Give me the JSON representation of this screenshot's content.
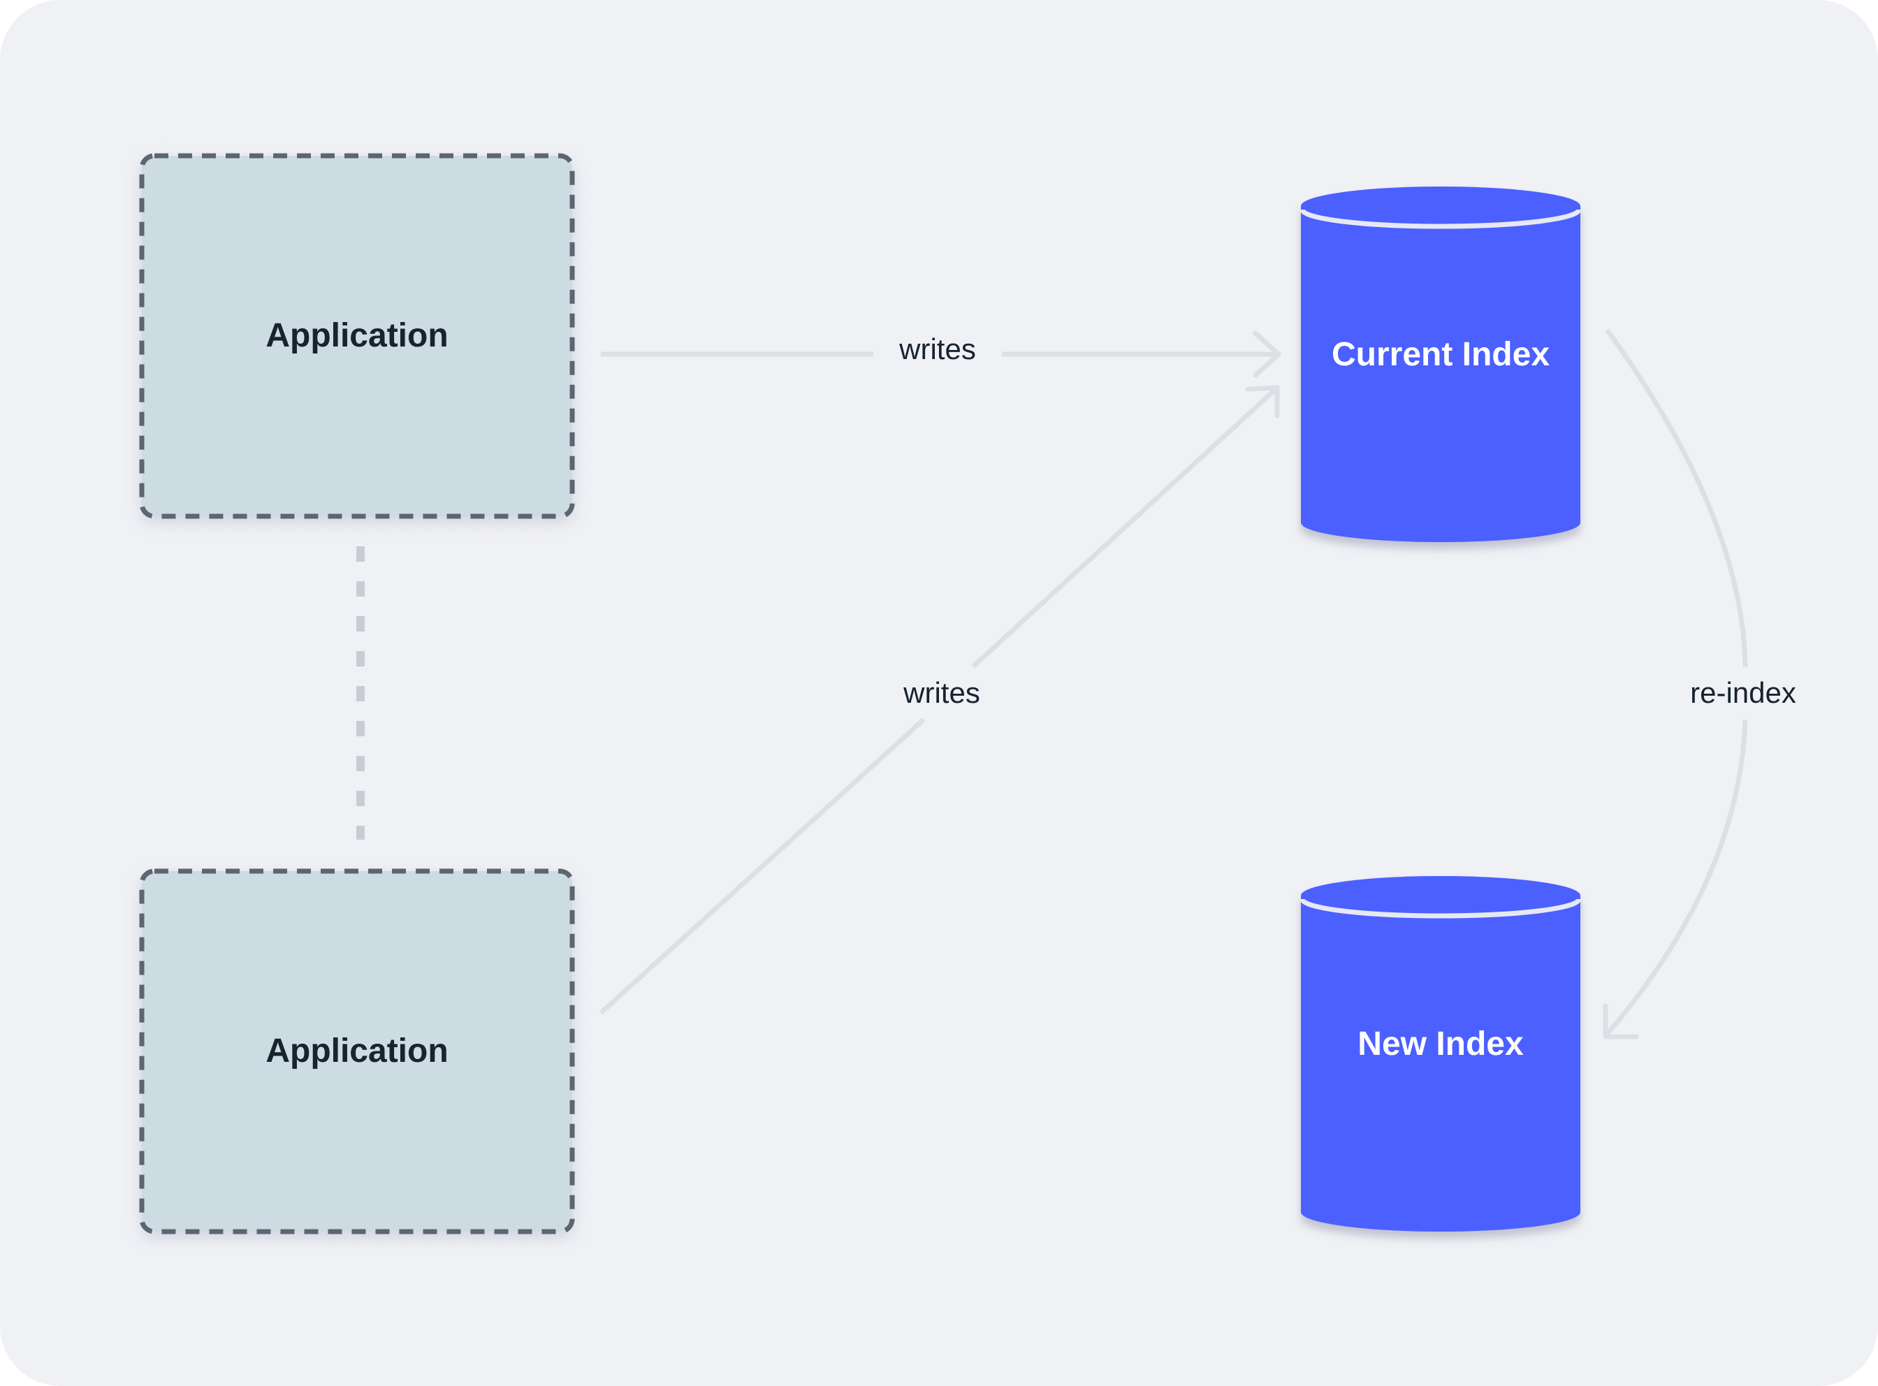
{
  "nodes": {
    "app_top": {
      "label": "Application"
    },
    "app_bottom": {
      "label": "Application"
    },
    "current_index": {
      "label": "Current Index"
    },
    "new_index": {
      "label": "New Index"
    }
  },
  "edges": {
    "top_writes": {
      "label": "writes"
    },
    "bottom_writes": {
      "label": "writes"
    },
    "reindex": {
      "label": "re-index"
    }
  },
  "colors": {
    "background": "#f0f1f5",
    "app_fill": "#cddbe2",
    "app_border": "#5b6570",
    "database": "#4b61ff",
    "edge": "#dcdfe4",
    "text": "#17232f"
  }
}
